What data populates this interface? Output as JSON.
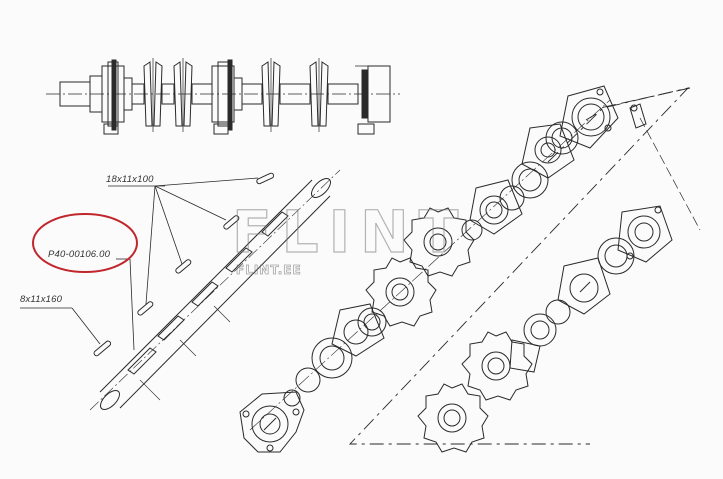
{
  "diagram": {
    "type": "exploded-assembly-technical-drawing",
    "background": "#fbfbfb",
    "line_color": "#2a2a2a",
    "highlight_color": "#c0262c"
  },
  "labels": {
    "part_number": "P40-00106.00",
    "key_top": "18x11x100",
    "key_left": "8x11x160"
  },
  "watermark": {
    "main": "FLINT",
    "sub": "FLINT.EE"
  },
  "parts": {
    "top_view": "assembled-shaft-side-view",
    "shaft": "keyed-shaft",
    "keys": [
      "18x11x100",
      "18x11x100",
      "18x11x100",
      "18x11x100",
      "8x11x160"
    ],
    "assembly": [
      "flange-bearing-housing",
      "ball-bearing",
      "sprocket",
      "bearing-housing",
      "sprocket",
      "sprocket",
      "flange-bearing-housing"
    ]
  }
}
